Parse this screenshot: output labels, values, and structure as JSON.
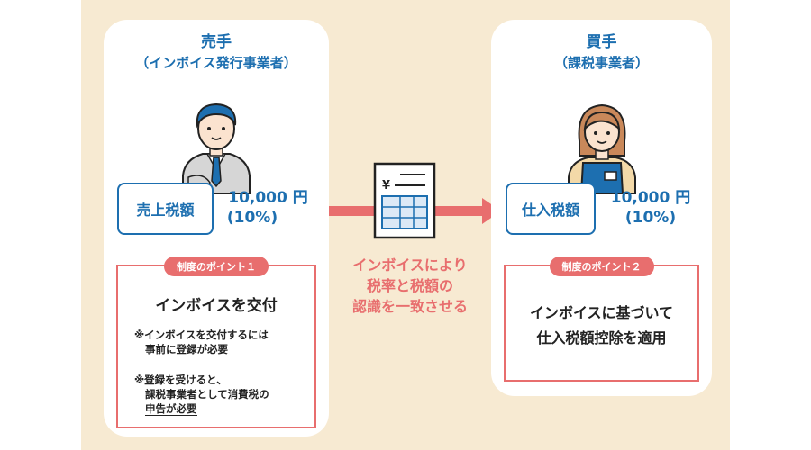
{
  "seller": {
    "title": "売手",
    "subtitle": "（インボイス発行事業者）",
    "tax_label": "売上税額",
    "amount": "10,000 円",
    "rate": "(10%)",
    "point_tag": "制度のポイント１",
    "point_heading": "インボイスを交付",
    "note1_line1": "※インボイスを交付するには",
    "note1_line2": "事前に登録が必要",
    "note2_line1": "※登録を受けると、",
    "note2_line2": "課税事業者として消費税の",
    "note2_line3": "申告が必要"
  },
  "buyer": {
    "title": "買手",
    "subtitle": "（課税事業者）",
    "tax_label": "仕入税額",
    "amount": "10,000 円",
    "rate": "(10%)",
    "point_tag": "制度のポイント２",
    "point_line1": "インボイスに基づいて",
    "point_line2": "仕入税額控除を適用"
  },
  "flow": {
    "line1": "インボイスにより",
    "line2": "税率と税額の",
    "line3": "認識を一致させる",
    "invoice_symbol": "¥"
  },
  "colors": {
    "background": "#f7ead2",
    "blue": "#1d6fb0",
    "red": "#e86e6e"
  }
}
